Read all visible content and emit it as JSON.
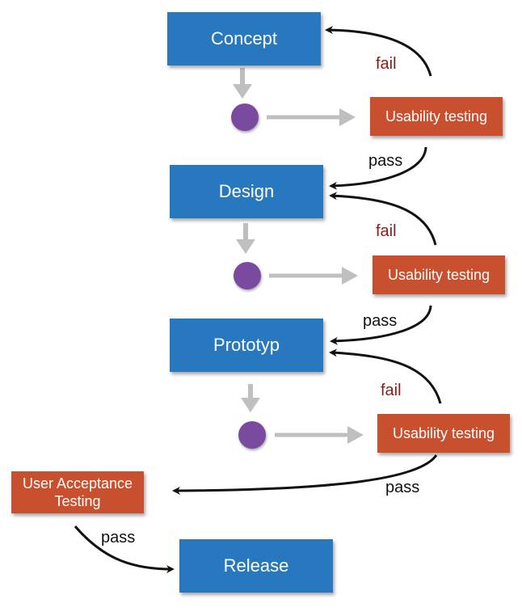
{
  "colors": {
    "stage": "#2878c0",
    "test": "#c8502e",
    "dot": "#7a4aa0",
    "fail": "#8b1a1a",
    "pass": "#111111",
    "grey_arrow": "#bfbfbf",
    "black_arrow": "#111111"
  },
  "stages": {
    "concept": "Concept",
    "design": "Design",
    "prototype": "Prototyp",
    "release": "Release"
  },
  "tests": {
    "usability_1": "Usability testing",
    "usability_2": "Usability testing",
    "usability_3": "Usability testing",
    "uat_line1": "User Acceptance",
    "uat_line2": "Testing"
  },
  "labels": {
    "fail_1": "fail",
    "pass_1": "pass",
    "fail_2": "fail",
    "pass_2": "pass",
    "fail_3": "fail",
    "pass_3": "pass",
    "pass_4": "pass"
  }
}
